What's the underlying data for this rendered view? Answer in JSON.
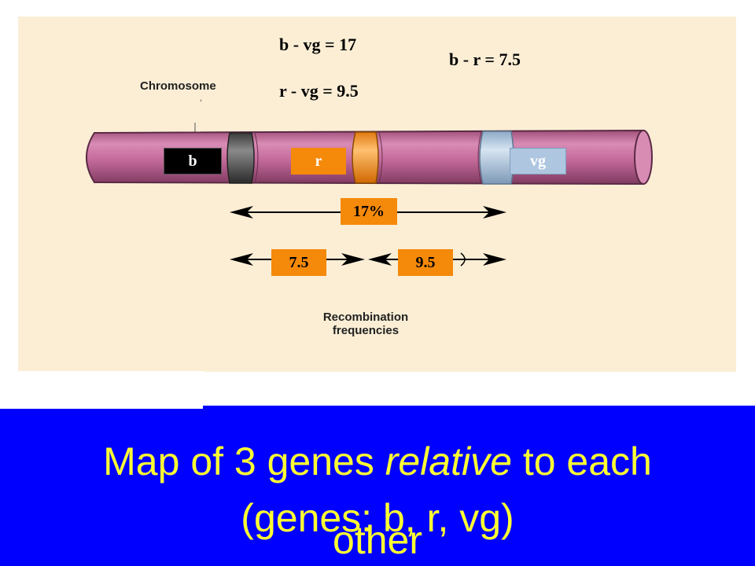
{
  "equations": {
    "b_vg": "b - vg = 17",
    "r_vg": "r - vg = 9.5",
    "b_r": "b - r = 7.5"
  },
  "labels": {
    "chromosome": "Chromosome",
    "recombination_line1": "Recombination",
    "recombination_line2": "frequencies"
  },
  "genes": {
    "b": "b",
    "r": "r",
    "vg": "vg"
  },
  "frequencies": {
    "total": "17%",
    "b_r": "7.5",
    "r_vg": "9.5"
  },
  "caption": {
    "line1_before": "Map of 3 genes ",
    "line1_italic": "relative",
    "line1_after": " to each",
    "line2": "(genes: b, r, vg)",
    "line3": "other"
  },
  "colors": {
    "panel": "#fbeed5",
    "chromosome": "#c46a9b",
    "orange": "#f5890a",
    "light_blue": "#aec6df",
    "band": "#0000ff",
    "caption": "#ffff33"
  }
}
